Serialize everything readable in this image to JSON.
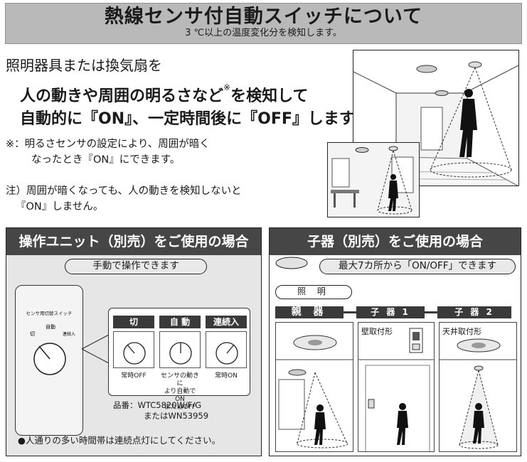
{
  "banner": {
    "title": "熱線センサ付自動スイッチについて",
    "subtitle": "3 ℃以上の温度変化分を検知します。"
  },
  "intro": {
    "lead": "照明器具または換気扇を",
    "headline1": "人の動きや周囲の明るさなど",
    "headline1_mark": "※",
    "headline1_tail": "を検知して",
    "headline2": "自動的に『ON』、一定時間後に『OFF』します。",
    "note1_a": "※：明るさセンサの設定により、周囲が暗く",
    "note1_b": "なったとき『ON』にできます。",
    "note2_a": "注）周囲が暗くなっても、人の動きを検知しないと",
    "note2_b": "『ON』しません。"
  },
  "left_panel": {
    "title": "操作ユニット（別売）をご使用の場合",
    "pill": "手動で操作できます",
    "switch_label": "センサ用切替スイッチ",
    "small_labels": {
      "off": "切",
      "auto": "自動",
      "cont": "連続入"
    },
    "modes": [
      {
        "head": "切",
        "caption": "常時OFF"
      },
      {
        "head": "自 動",
        "caption": "センサの動きに\nより自動でON\nまたはOFF"
      },
      {
        "head": "連続入",
        "caption": "常時ON"
      }
    ],
    "model_a": "品番：WTC5820W/F/G",
    "model_b": "またはWN53959",
    "bullet": "●人通りの多い時間帯は連続点灯にしてください。"
  },
  "right_panel": {
    "title": "子器（別売）をご使用の場合",
    "pill": "最大7カ所から「ON/OFF」できます",
    "shomei": "照 明",
    "oya": "親 器",
    "ko1": "子 器 1",
    "ko2": "子 器 2",
    "wall": "壁取付形",
    "ceiling": "天井取付形"
  }
}
